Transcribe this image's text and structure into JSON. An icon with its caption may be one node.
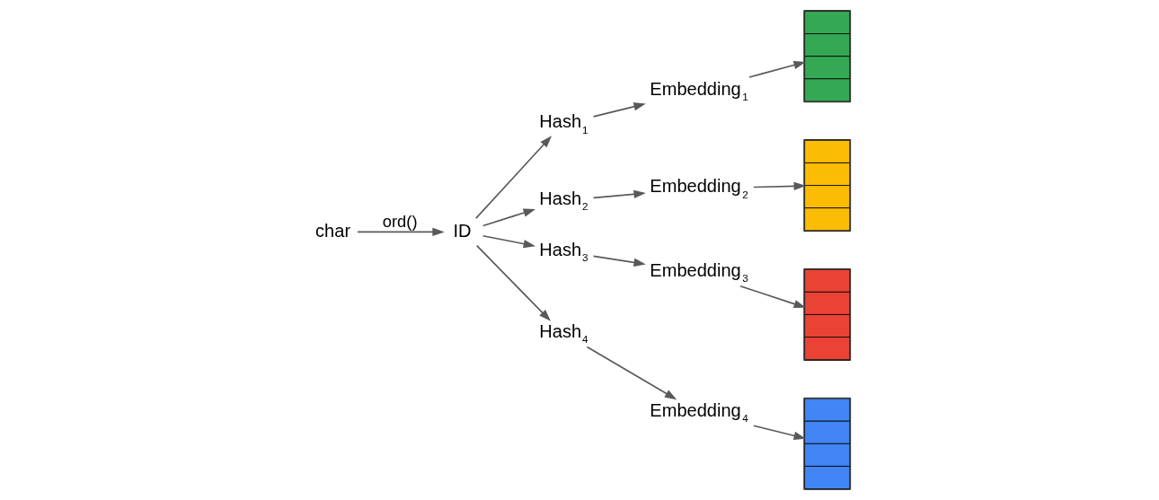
{
  "diagram": {
    "nodes": [
      {
        "text": [
          "char"
        ]
      },
      {
        "text": [
          "ID"
        ]
      },
      {
        "text": [
          "Hash$_{1}$"
        ]
      },
      {
        "text": [
          "Hash$_{2}$"
        ]
      },
      {
        "text": [
          "Hash$_{3}$"
        ]
      },
      {
        "text": [
          "Hash$_{4}$"
        ]
      },
      {
        "text": [
          "Embedding$_{1}$"
        ]
      },
      {
        "text": [
          "Embedding$_{2}$"
        ]
      },
      {
        "text": [
          "Embedding$_{3}$"
        ]
      },
      {
        "text": [
          "Embedding$_{4}$"
        ]
      },
      {
        "text": [],
        "shape": "bar"
      },
      {
        "text": [],
        "shape": "bar"
      },
      {
        "text": [],
        "shape": "bar"
      },
      {
        "text": [],
        "shape": "bar"
      }
    ],
    "edges": [
      {
        "from": 0,
        "to": 1,
        "arrow": "to",
        "label": "ord()"
      },
      {
        "from": 1,
        "to": 2,
        "arrow": "to"
      },
      {
        "from": 1,
        "to": 3,
        "arrow": "to"
      },
      {
        "from": 1,
        "to": 4,
        "arrow": "to"
      },
      {
        "from": 1,
        "to": 5,
        "arrow": "to"
      },
      {
        "from": 2,
        "to": 6,
        "arrow": "to"
      },
      {
        "from": 3,
        "to": 7,
        "arrow": "to"
      },
      {
        "from": 4,
        "to": 8,
        "arrow": "to"
      },
      {
        "from": 5,
        "to": 9,
        "arrow": "to"
      },
      {
        "from": 6,
        "to": 10,
        "arrow": "to"
      },
      {
        "from": 7,
        "to": 11,
        "arrow": "to"
      },
      {
        "from": 8,
        "to": 12,
        "arrow": "to"
      },
      {
        "from": 9,
        "to": 13,
        "arrow": "to"
      }
    ]
  }
}
